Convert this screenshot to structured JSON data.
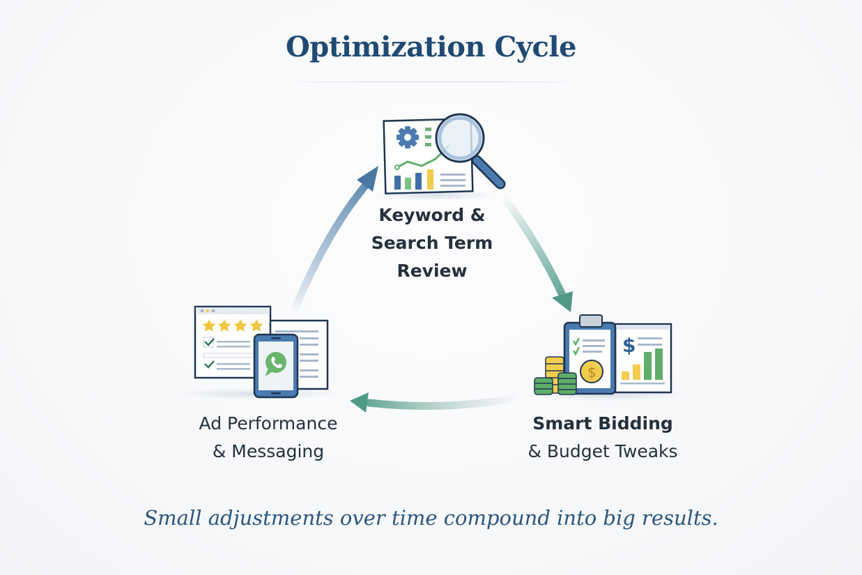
{
  "title": "Optimization Cycle",
  "tagline": "Small adjustments over time compound into big results.",
  "steps": [
    {
      "id": "keyword-review",
      "lines": [
        "Keyword &",
        "Search Term",
        "Review"
      ],
      "icon": "magnifier-analytics-report-icon"
    },
    {
      "id": "smart-bidding",
      "lines": [
        "Smart Bidding",
        "& Budget Tweaks"
      ],
      "icon": "clipboard-budget-coins-icon"
    },
    {
      "id": "ad-performance",
      "lines": [
        "Ad Performance",
        "& Messaging"
      ],
      "icon": "ad-review-phone-chat-icon"
    }
  ],
  "arrows": [
    {
      "from": "keyword-review",
      "to": "smart-bidding",
      "color": "#4f9a86"
    },
    {
      "from": "smart-bidding",
      "to": "ad-performance",
      "color": "#4f9a86"
    },
    {
      "from": "ad-performance",
      "to": "keyword-review",
      "color": "#4a78a3"
    }
  ],
  "colors": {
    "title": "#1f4a74",
    "label": "#24303c",
    "tagline": "#2a5680",
    "blue": "#4a7ab0",
    "green": "#5fae6a",
    "yellow": "#f2cc4e",
    "outline": "#1e3550"
  },
  "ad_rating_stars": 4
}
